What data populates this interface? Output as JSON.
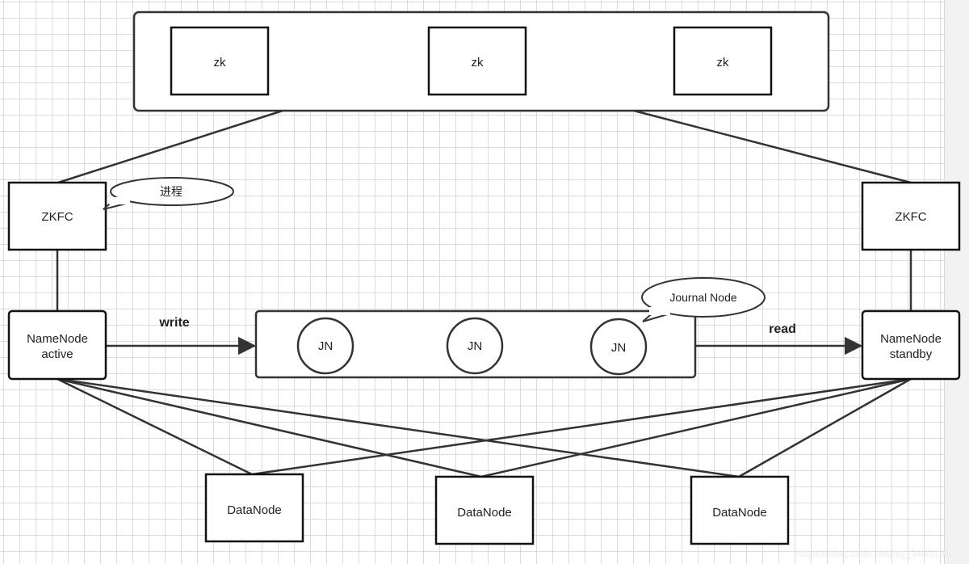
{
  "diagram": {
    "zk_nodes": [
      {
        "label": "zk"
      },
      {
        "label": "zk"
      },
      {
        "label": "zk"
      }
    ],
    "zkfc_left": {
      "label": "ZKFC"
    },
    "zkfc_right": {
      "label": "ZKFC"
    },
    "process_callout": {
      "label": "进程"
    },
    "namenode_active": {
      "line1": "NameNode",
      "line2": "active"
    },
    "namenode_standby": {
      "line1": "NameNode",
      "line2": "standby"
    },
    "journal_callout": {
      "label": "Journal Node"
    },
    "jn_nodes": [
      {
        "label": "JN"
      },
      {
        "label": "JN"
      },
      {
        "label": "JN"
      }
    ],
    "write_label": "write",
    "read_label": "read",
    "datanodes": [
      {
        "label": "DataNode"
      },
      {
        "label": "DataNode"
      },
      {
        "label": "DataNode"
      }
    ],
    "watermark": "https://blog.csdn.net/qq_3465191"
  }
}
